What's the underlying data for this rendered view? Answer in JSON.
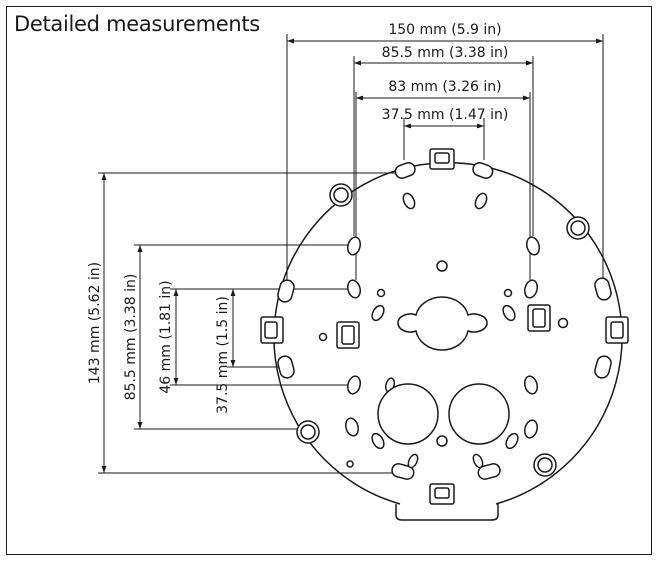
{
  "title": "Detailed measurements",
  "horizontal_dimensions": [
    {
      "label": "150 mm (5.9 in)"
    },
    {
      "label": "85.5 mm (3.38 in)"
    },
    {
      "label": "83 mm (3.26 in)"
    },
    {
      "label": "37.5 mm (1.47 in)"
    }
  ],
  "vertical_dimensions": [
    {
      "label": "143 mm (5.62 in)"
    },
    {
      "label": "85.5 mm (3.38 in)"
    },
    {
      "label": "46 mm (1.81 in)"
    },
    {
      "label": "37.5 mm (1.5 in)"
    }
  ]
}
